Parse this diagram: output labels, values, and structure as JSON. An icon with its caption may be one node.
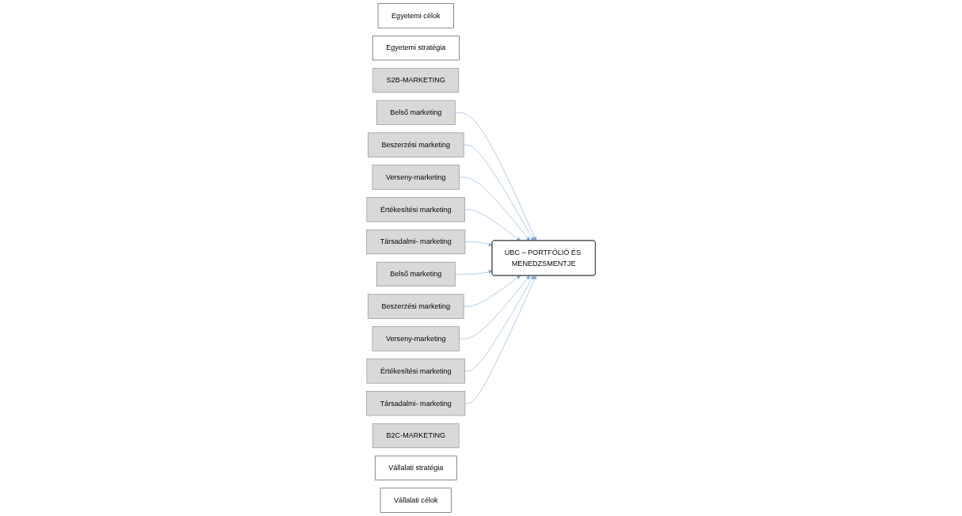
{
  "diagram": {
    "nodes": [
      {
        "text": [
          "Egyetemi célok"
        ]
      },
      {
        "text": [
          "Egyetemi stratégia"
        ]
      },
      {
        "text": [
          "S2B-MARKETING"
        ]
      },
      {
        "text": [
          "Belső marketing"
        ]
      },
      {
        "text": [
          "Beszerzési marketing"
        ]
      },
      {
        "text": [
          "Verseny-marketing"
        ]
      },
      {
        "text": [
          "Értékesítési marketing"
        ]
      },
      {
        "text": [
          "Társadalmi- marketing"
        ]
      },
      {
        "text": [
          "UBC – PORTFÓLIÓ ÉS MENEDZSMENTJE"
        ]
      },
      {
        "text": [
          "Belső marketing"
        ]
      },
      {
        "text": [
          "Beszerzési marketing"
        ]
      },
      {
        "text": [
          "Verseny-marketing"
        ]
      },
      {
        "text": [
          "Értékesítési marketing"
        ]
      },
      {
        "text": [
          "Társadalmi- marketing"
        ]
      },
      {
        "text": [
          "B2C-MARKETING"
        ]
      },
      {
        "text": [
          "Vállalati stratégia"
        ]
      },
      {
        "text": [
          "Vállalati célok"
        ]
      }
    ],
    "edges": [
      {
        "from": 3,
        "to": 8,
        "arrow": "to"
      },
      {
        "from": 4,
        "to": 8,
        "arrow": "to"
      },
      {
        "from": 5,
        "to": 8,
        "arrow": "to"
      },
      {
        "from": 6,
        "to": 8,
        "arrow": "to"
      },
      {
        "from": 7,
        "to": 8,
        "arrow": "to"
      },
      {
        "from": 9,
        "to": 8,
        "arrow": "to"
      },
      {
        "from": 10,
        "to": 8,
        "arrow": "to"
      },
      {
        "from": 11,
        "to": 8,
        "arrow": "to"
      },
      {
        "from": 12,
        "to": 8,
        "arrow": "to"
      },
      {
        "from": 13,
        "to": 8,
        "arrow": "to"
      }
    ]
  }
}
